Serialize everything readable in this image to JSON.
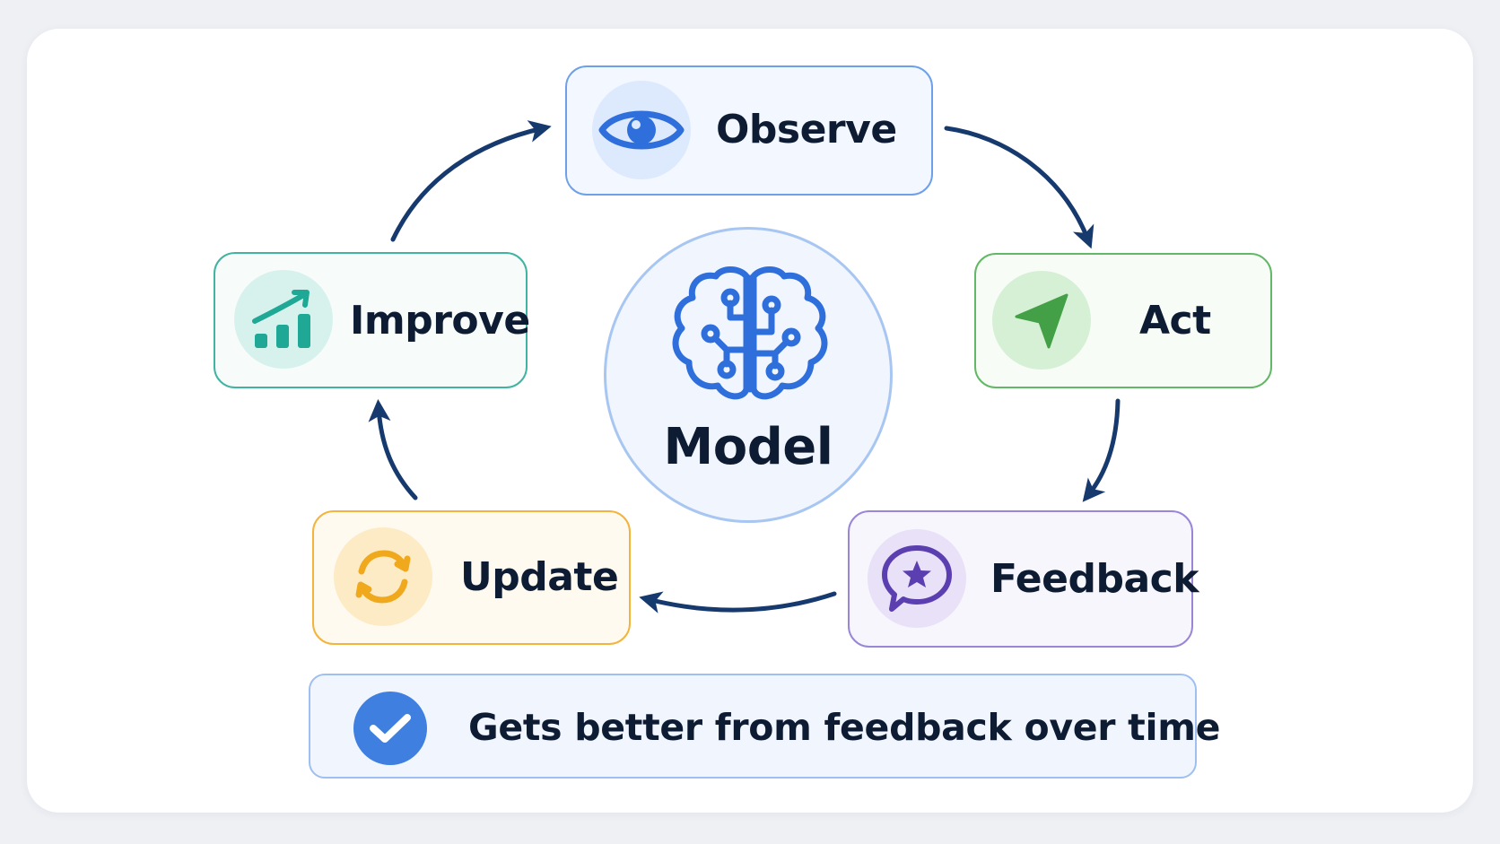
{
  "center": {
    "label": "Model",
    "icon": "brain-circuit-icon"
  },
  "nodes": {
    "observe": {
      "label": "Observe",
      "icon": "eye-icon",
      "color": "#2f6fdc"
    },
    "act": {
      "label": "Act",
      "icon": "send-arrow-icon",
      "color": "#43a047"
    },
    "feedback": {
      "label": "Feedback",
      "icon": "chat-star-icon",
      "color": "#5b3fb0"
    },
    "update": {
      "label": "Update",
      "icon": "refresh-icon",
      "color": "#f0a81c"
    },
    "improve": {
      "label": "Improve",
      "icon": "growth-chart-icon",
      "color": "#1fa896"
    }
  },
  "caption": {
    "label": "Gets better from feedback over time",
    "icon": "check-circle-icon"
  },
  "arrow_color": "#163a6e"
}
